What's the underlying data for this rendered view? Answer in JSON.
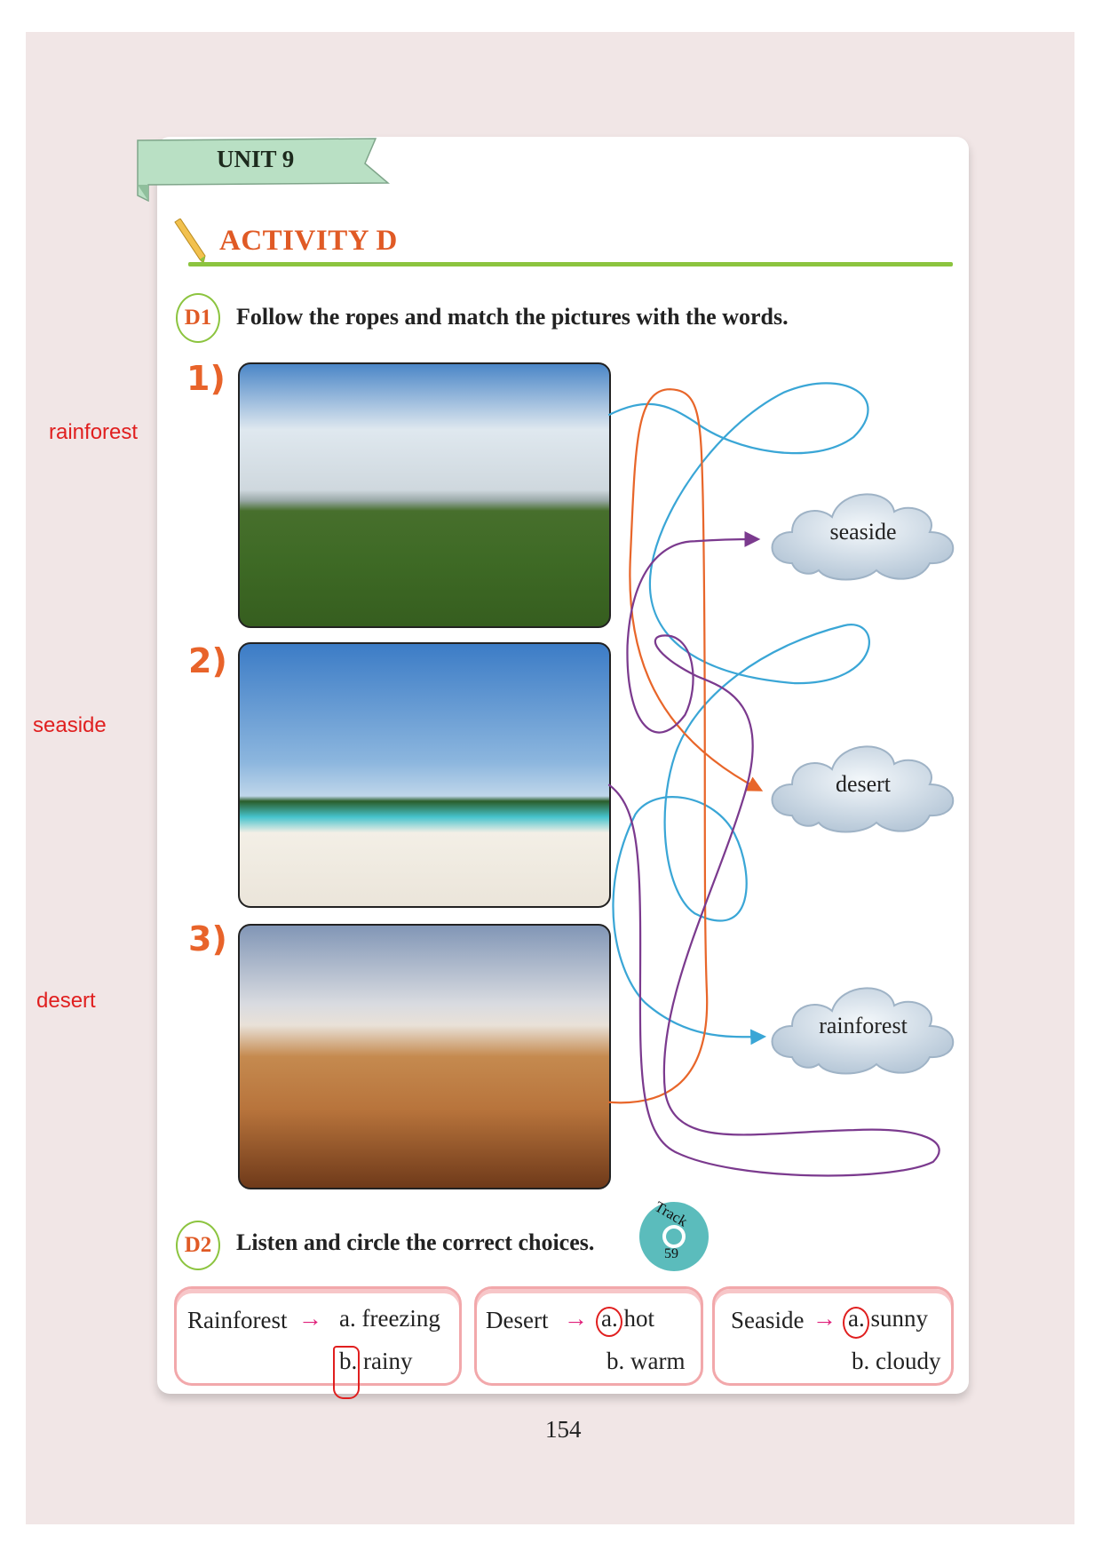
{
  "unit": "UNIT 9",
  "activity_title": "ACTIVITY D",
  "d1": {
    "badge": "D1",
    "instruction": "Follow the ropes and match the pictures with the words.",
    "items": [
      {
        "number": "1)",
        "annotation": "rainforest"
      },
      {
        "number": "2)",
        "annotation": "seaside"
      },
      {
        "number": "3)",
        "annotation": "desert"
      }
    ],
    "words": [
      "seaside",
      "desert",
      "rainforest"
    ],
    "rope_colors": {
      "blue": "#3aa6d6",
      "orange": "#e8662a",
      "purple": "#7b3a8e"
    }
  },
  "d2": {
    "badge": "D2",
    "instruction": "Listen and circle the correct choices.",
    "track_label": "Track",
    "track_number": "59",
    "boxes": [
      {
        "word": "Rainforest",
        "arrow": "→",
        "a": "a. freezing",
        "b": "b. rainy"
      },
      {
        "word": "Desert",
        "arrow": "→",
        "a": "a. hot",
        "b": "b. warm"
      },
      {
        "word": "Seaside",
        "arrow": "→",
        "a": "a. sunny",
        "b": "b. cloudy"
      }
    ]
  },
  "page_number": "154"
}
